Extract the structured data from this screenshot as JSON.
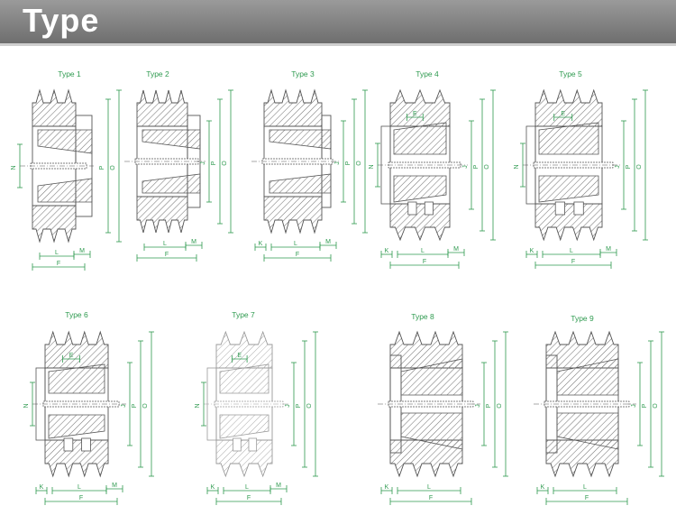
{
  "header": {
    "title": "Type"
  },
  "colors": {
    "outline": "#555555",
    "dim": "#2e9a4f",
    "header": "#808080",
    "label": "#2e9a4f"
  },
  "pulleys": [
    {
      "title": "Type 1",
      "dims": [
        "N",
        "P",
        "O",
        "M",
        "F",
        "L"
      ]
    },
    {
      "title": "Type 2",
      "dims": [
        "J",
        "P",
        "O",
        "L",
        "F",
        "M"
      ]
    },
    {
      "title": "Type 3",
      "dims": [
        "J",
        "P",
        "O",
        "L",
        "K",
        "F",
        "M"
      ]
    },
    {
      "title": "Type 4",
      "dims": [
        "E",
        "N",
        "J",
        "P",
        "O",
        "K",
        "M",
        "F",
        "L"
      ]
    },
    {
      "title": "Type 5",
      "dims": [
        "E",
        "N",
        "J",
        "P",
        "O",
        "K",
        "L",
        "M",
        "F"
      ]
    },
    {
      "title": "Type 6",
      "dims": [
        "E",
        "N",
        "J",
        "P",
        "O",
        "K",
        "L",
        "M",
        "F"
      ]
    },
    {
      "title": "Type 7",
      "dims": [
        "E",
        "N",
        "J",
        "P",
        "O",
        "K",
        "L",
        "M",
        "F"
      ]
    },
    {
      "title": "Type 8",
      "dims": [
        "J",
        "P",
        "O",
        "K",
        "L",
        "F"
      ]
    },
    {
      "title": "Type 9",
      "dims": [
        "J",
        "P",
        "O",
        "K",
        "L",
        "F"
      ]
    }
  ]
}
